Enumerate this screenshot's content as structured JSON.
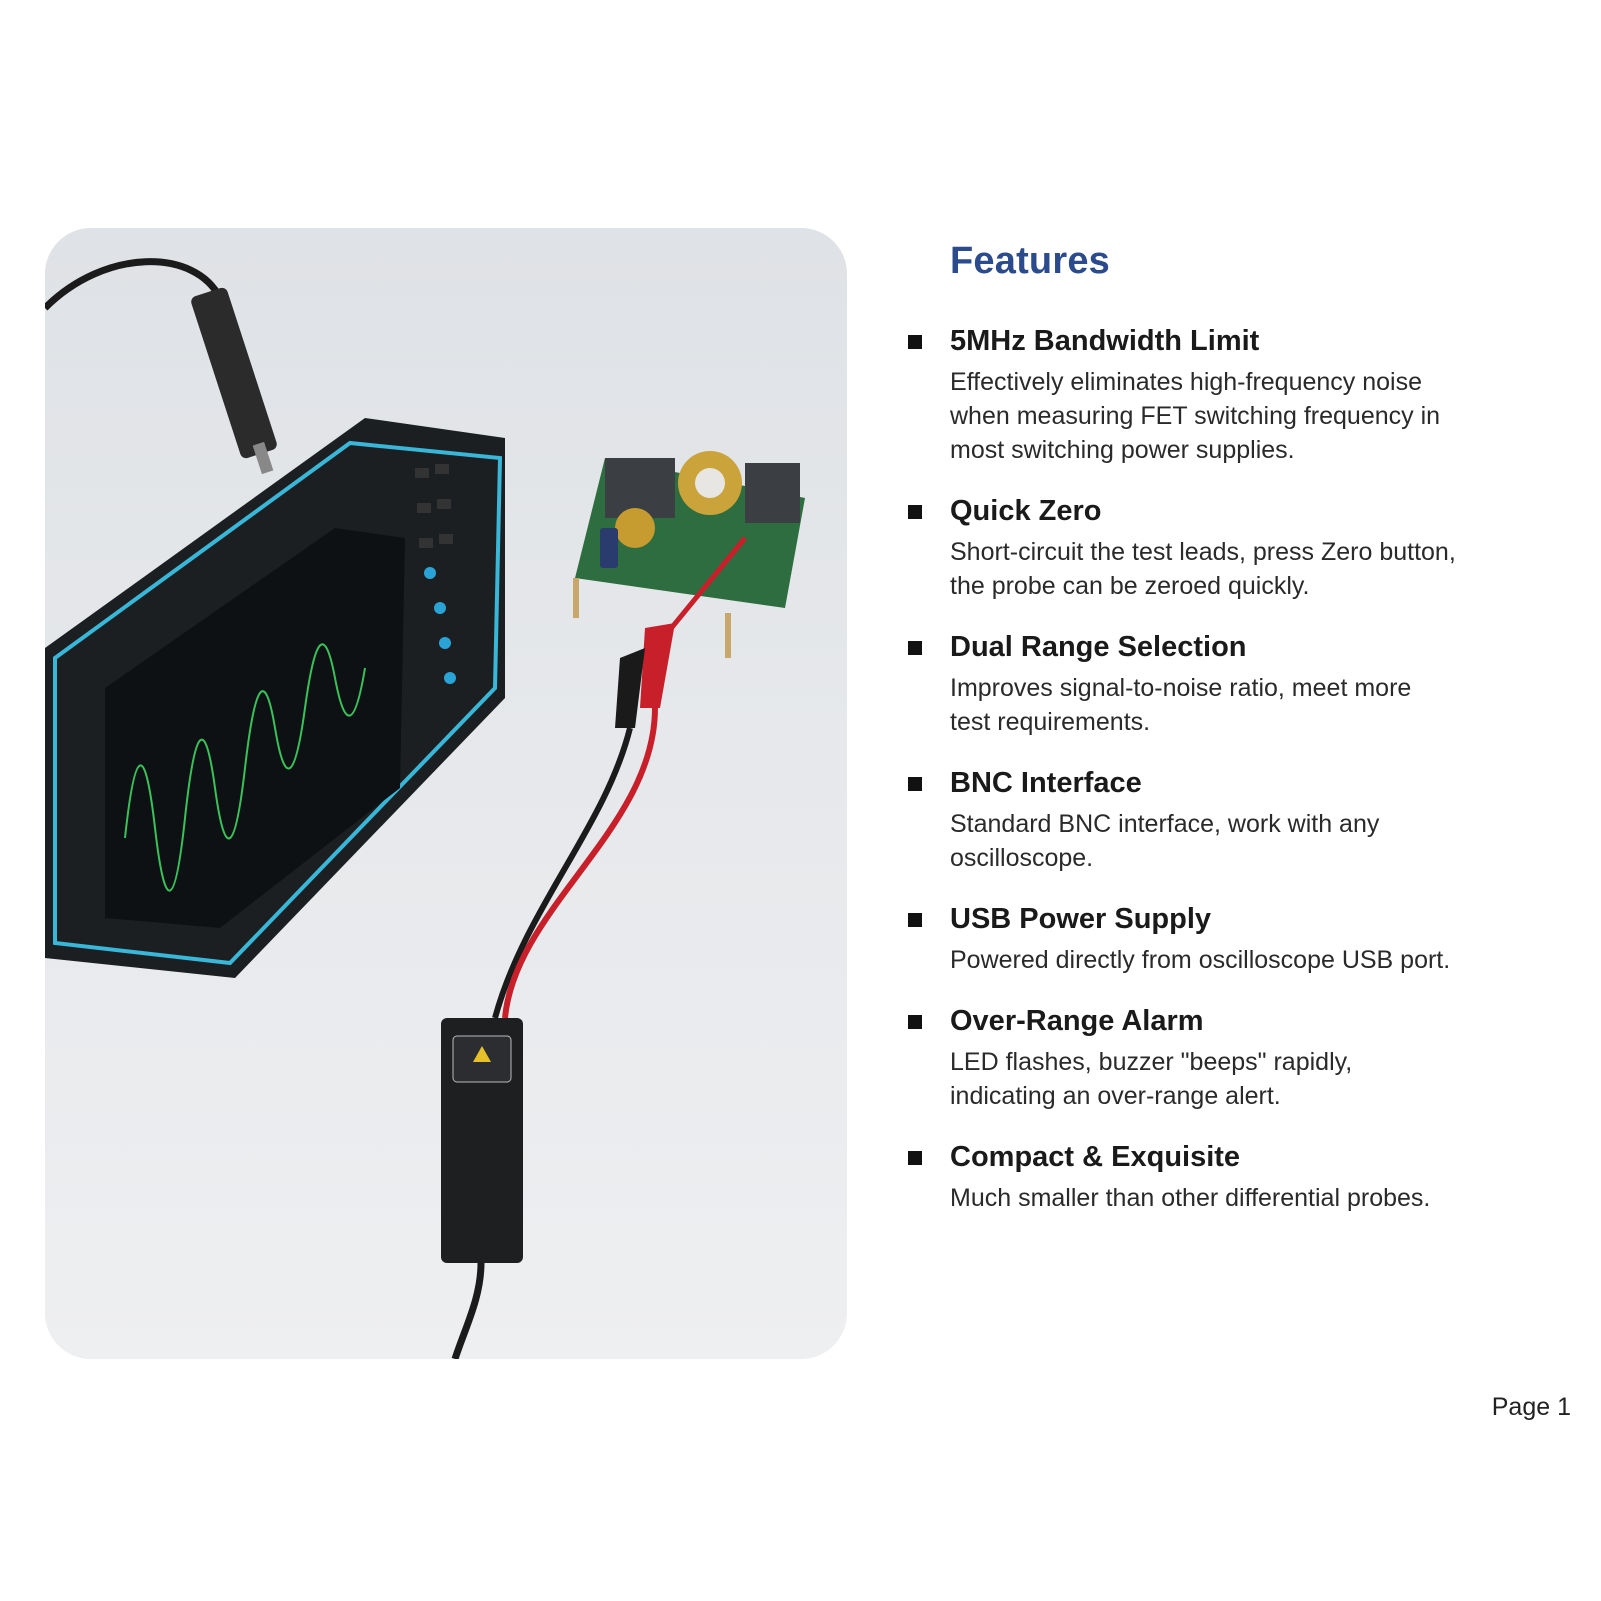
{
  "features": {
    "title": "Features",
    "items": [
      {
        "title": "5MHz Bandwidth Limit",
        "lines": [
          "Effectively eliminates high-frequency noise",
          "when measuring FET switching frequency in",
          "most switching power supplies."
        ]
      },
      {
        "title": "Quick Zero",
        "lines": [
          "Short-circuit the test leads, press Zero button,",
          "the probe can be zeroed quickly."
        ]
      },
      {
        "title": "Dual Range Selection",
        "lines": [
          "Improves signal-to-noise ratio, meet more",
          "test requirements."
        ]
      },
      {
        "title": "BNC Interface",
        "lines": [
          "Standard BNC interface, work with any",
          "oscilloscope."
        ]
      },
      {
        "title": "USB Power Supply",
        "lines": [
          "Powered directly from oscilloscope USB port."
        ]
      },
      {
        "title": "Over-Range Alarm",
        "lines": [
          "LED flashes, buzzer \"beeps\" rapidly,",
          "indicating an over-range alert."
        ]
      },
      {
        "title": "Compact & Exquisite",
        "lines": [
          "Much smaller than other differential probes."
        ]
      }
    ]
  },
  "footer": {
    "page_label": "Page 1"
  },
  "colors": {
    "heading": "#2b4b8c",
    "text": "#1a1a1a",
    "bullet": "#111111"
  }
}
